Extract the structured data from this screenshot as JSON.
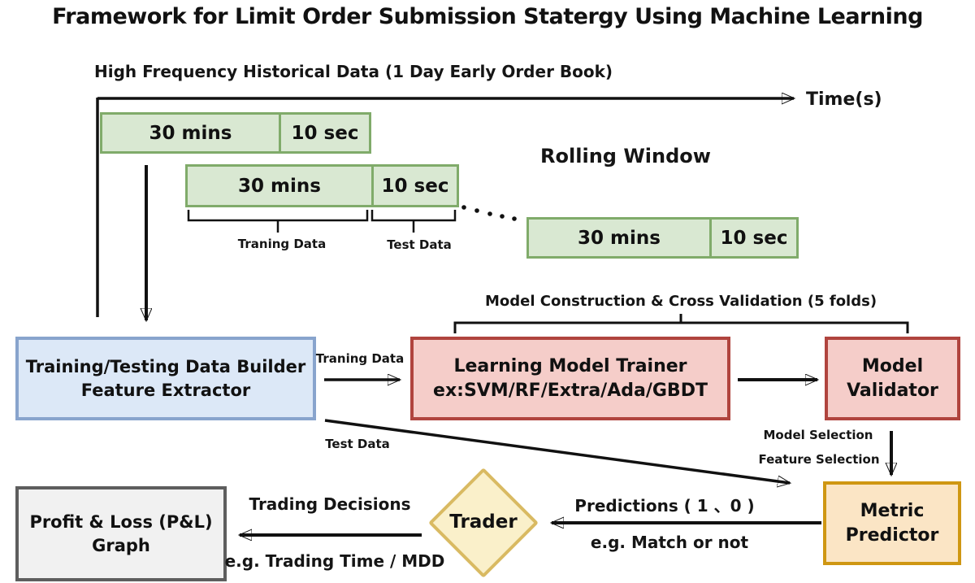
{
  "title": "Framework for Limit Order Submission Statergy Using Machine Learning",
  "colors": {
    "green_fill": "#d9e8d2",
    "green_border": "#80ab6a",
    "blue_fill": "#dce8f7",
    "blue_border": "#88a4cd",
    "red_fill": "#f5cdc9",
    "red_border": "#b0443e",
    "peach_fill": "#fbe5c5",
    "peach_border": "#cf9713",
    "diamond_fill": "#faf0ca",
    "diamond_border": "#d9ba62",
    "gray_fill": "#f1f1f1",
    "gray_border": "#5e5e5e"
  },
  "timeline": {
    "header": "High Frequency Historical Data (1 Day Early Order Book)",
    "axis_label": "Time(s)",
    "rolling_window": "Rolling Window",
    "windows": [
      {
        "train": "30 mins",
        "test": "10 sec"
      },
      {
        "train": "30 mins",
        "test": "10 sec"
      },
      {
        "train": "30 mins",
        "test": "10 sec"
      }
    ],
    "train_label": "Traning Data",
    "test_label": "Test Data"
  },
  "nodes": {
    "builder": {
      "line1": "Training/Testing Data Builder",
      "line2": "Feature Extractor"
    },
    "trainer": {
      "line1": "Learning Model Trainer",
      "line2": "ex:SVM/RF/Extra/Ada/GBDT"
    },
    "validator": {
      "line1": "Model",
      "line2": "Validator"
    },
    "metric": {
      "line1": "Metric",
      "line2": "Predictor"
    },
    "trader": "Trader",
    "pnl": {
      "line1": "Profit & Loss (P&L)",
      "line2": "Graph"
    }
  },
  "edges": {
    "cross_validation": "Model Construction & Cross Validation (5 folds)",
    "traning_data": "Traning Data",
    "test_data": "Test Data",
    "model_selection": "Model Selection",
    "feature_selection": "Feature Selection",
    "predictions": "Predictions ( 1 、0 )",
    "match_or_not": "e.g. Match or not",
    "trading_decisions": "Trading Decisions",
    "trading_time": "e.g. Trading Time / MDD"
  }
}
